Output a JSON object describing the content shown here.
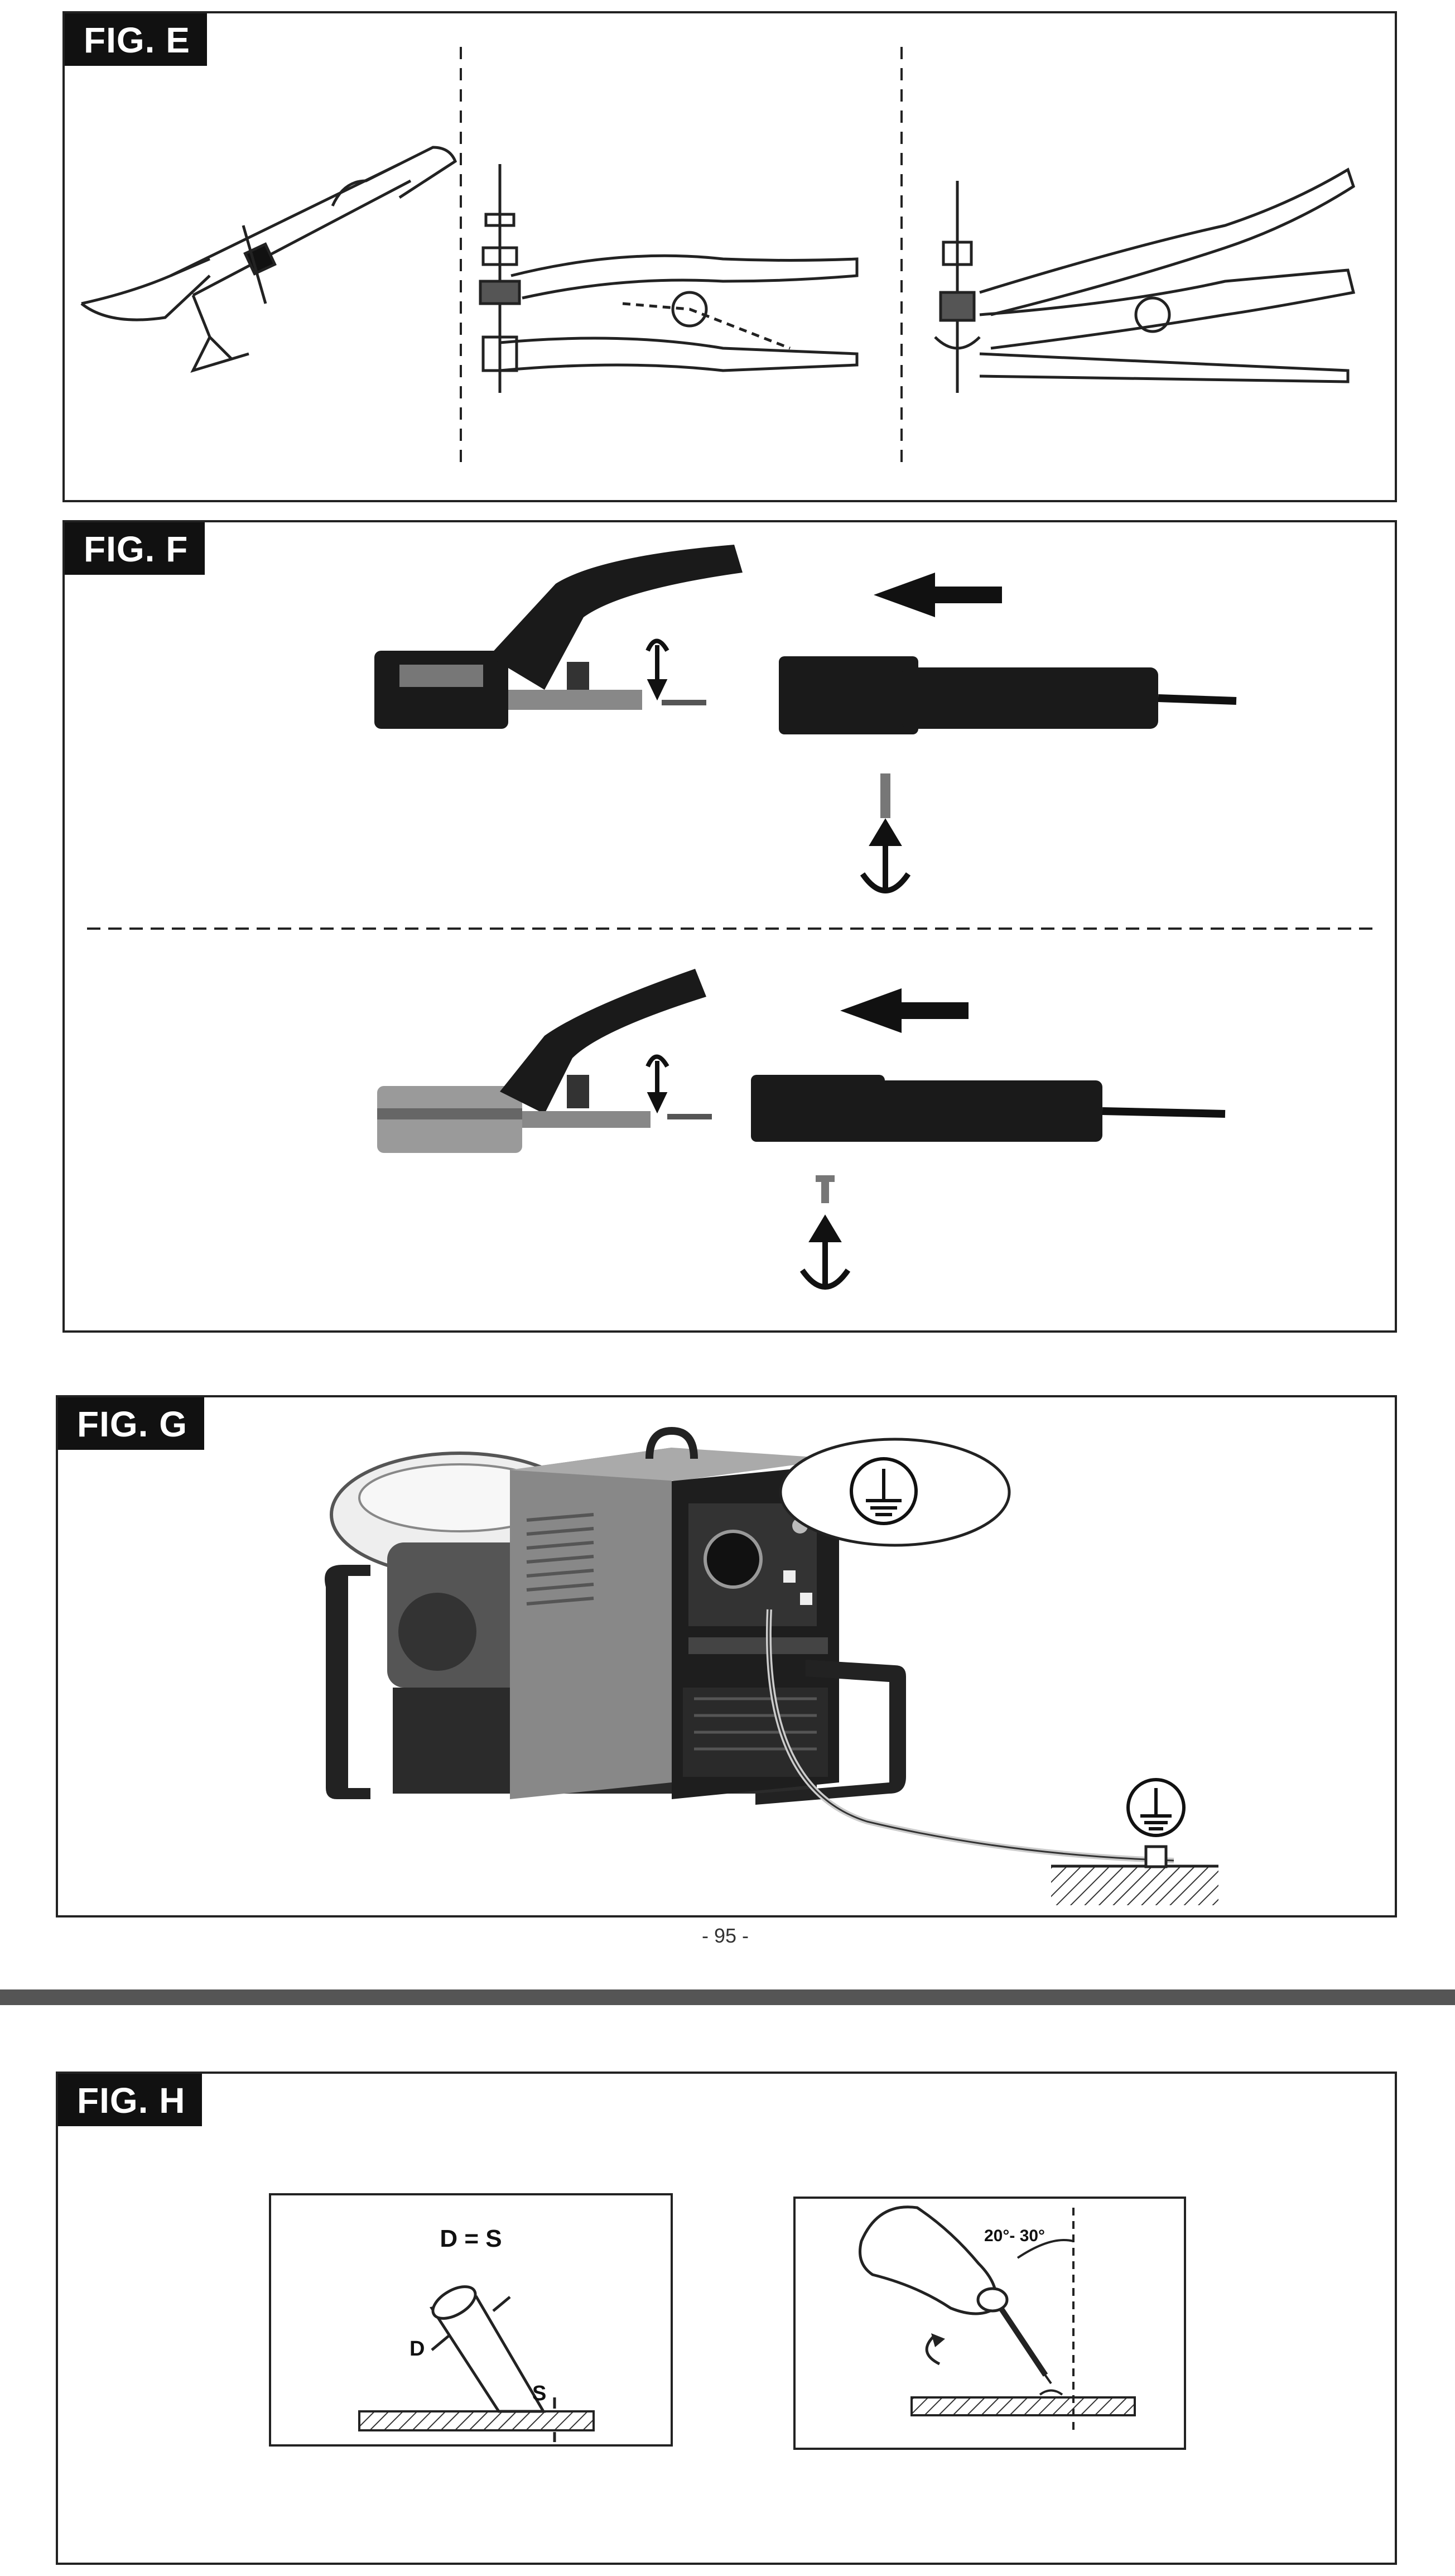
{
  "figures": {
    "e": {
      "label": "FIG. E"
    },
    "f": {
      "label": "FIG. F"
    },
    "g": {
      "label": "FIG. G"
    },
    "h": {
      "label": "FIG. H",
      "formula": "D = S",
      "label_d": "D",
      "label_s": "S",
      "angle": "20°- 30°"
    }
  },
  "page_number": "- 95 -",
  "icons": [
    "ground-symbol-icon",
    "rotate-arrow-icon",
    "direction-arrow-icon"
  ]
}
